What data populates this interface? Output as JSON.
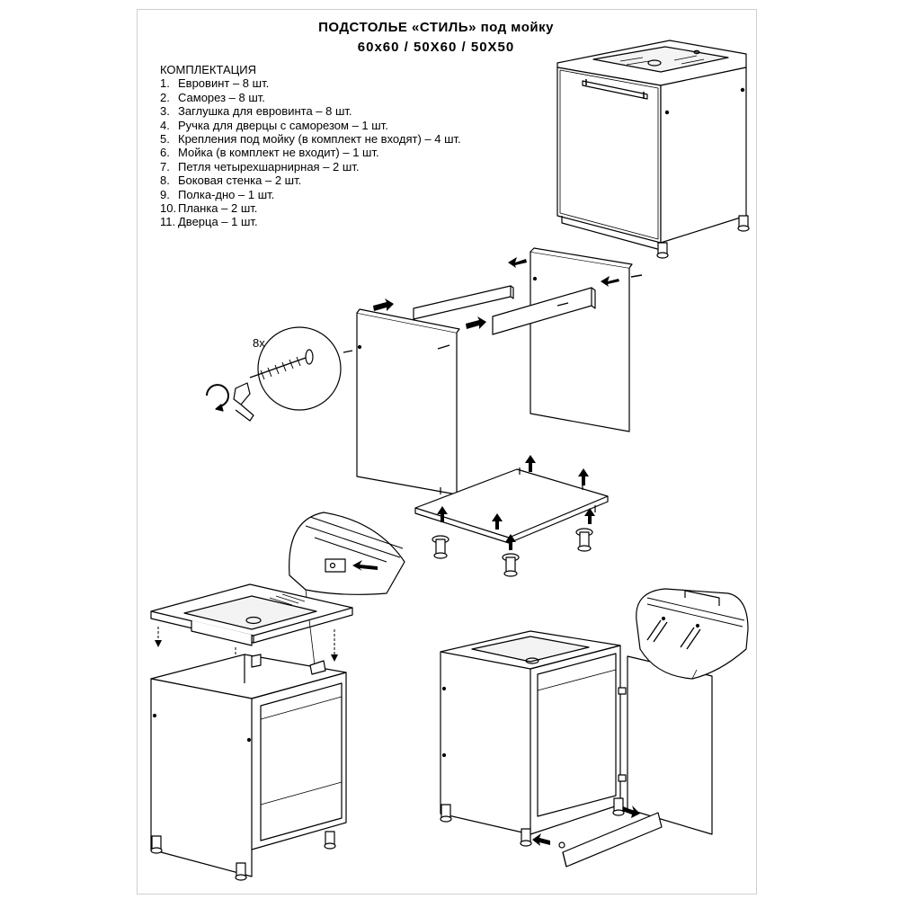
{
  "title": {
    "line1": "ПОДСТОЛЬЕ «СТИЛЬ» под мойку",
    "line2": "60x60 / 50X60 / 50X50"
  },
  "kit": {
    "heading": "КОМПЛЕКТАЦИЯ",
    "items": [
      {
        "num": "1.",
        "text": "Евровинт – 8 шт."
      },
      {
        "num": "2.",
        "text": "Саморез – 8 шт."
      },
      {
        "num": "3.",
        "text": "Заглушка для евровинта – 8 шт."
      },
      {
        "num": "4.",
        "text": "Ручка для дверцы с саморезом – 1 шт."
      },
      {
        "num": "5.",
        "text": "Крепления под мойку (в комплект не входят) – 4 шт."
      },
      {
        "num": "6.",
        "text": "Мойка (в комплект не входит) – 1 шт."
      },
      {
        "num": "7.",
        "text": "Петля четырехшарнирная – 2 шт."
      },
      {
        "num": "8.",
        "text": "Боковая стенка – 2 шт."
      },
      {
        "num": "9.",
        "text": "Полка-дно – 1 шт."
      },
      {
        "num": "10.",
        "text": "Планка – 2 шт."
      },
      {
        "num": "11.",
        "text": "Дверца – 1 шт."
      }
    ]
  },
  "screw_callout": {
    "count_label": "8x"
  },
  "icons": [
    "cabinet-assembled",
    "hex-key",
    "euroscrew",
    "arrow",
    "sink",
    "leg",
    "handle",
    "door",
    "plinth"
  ]
}
